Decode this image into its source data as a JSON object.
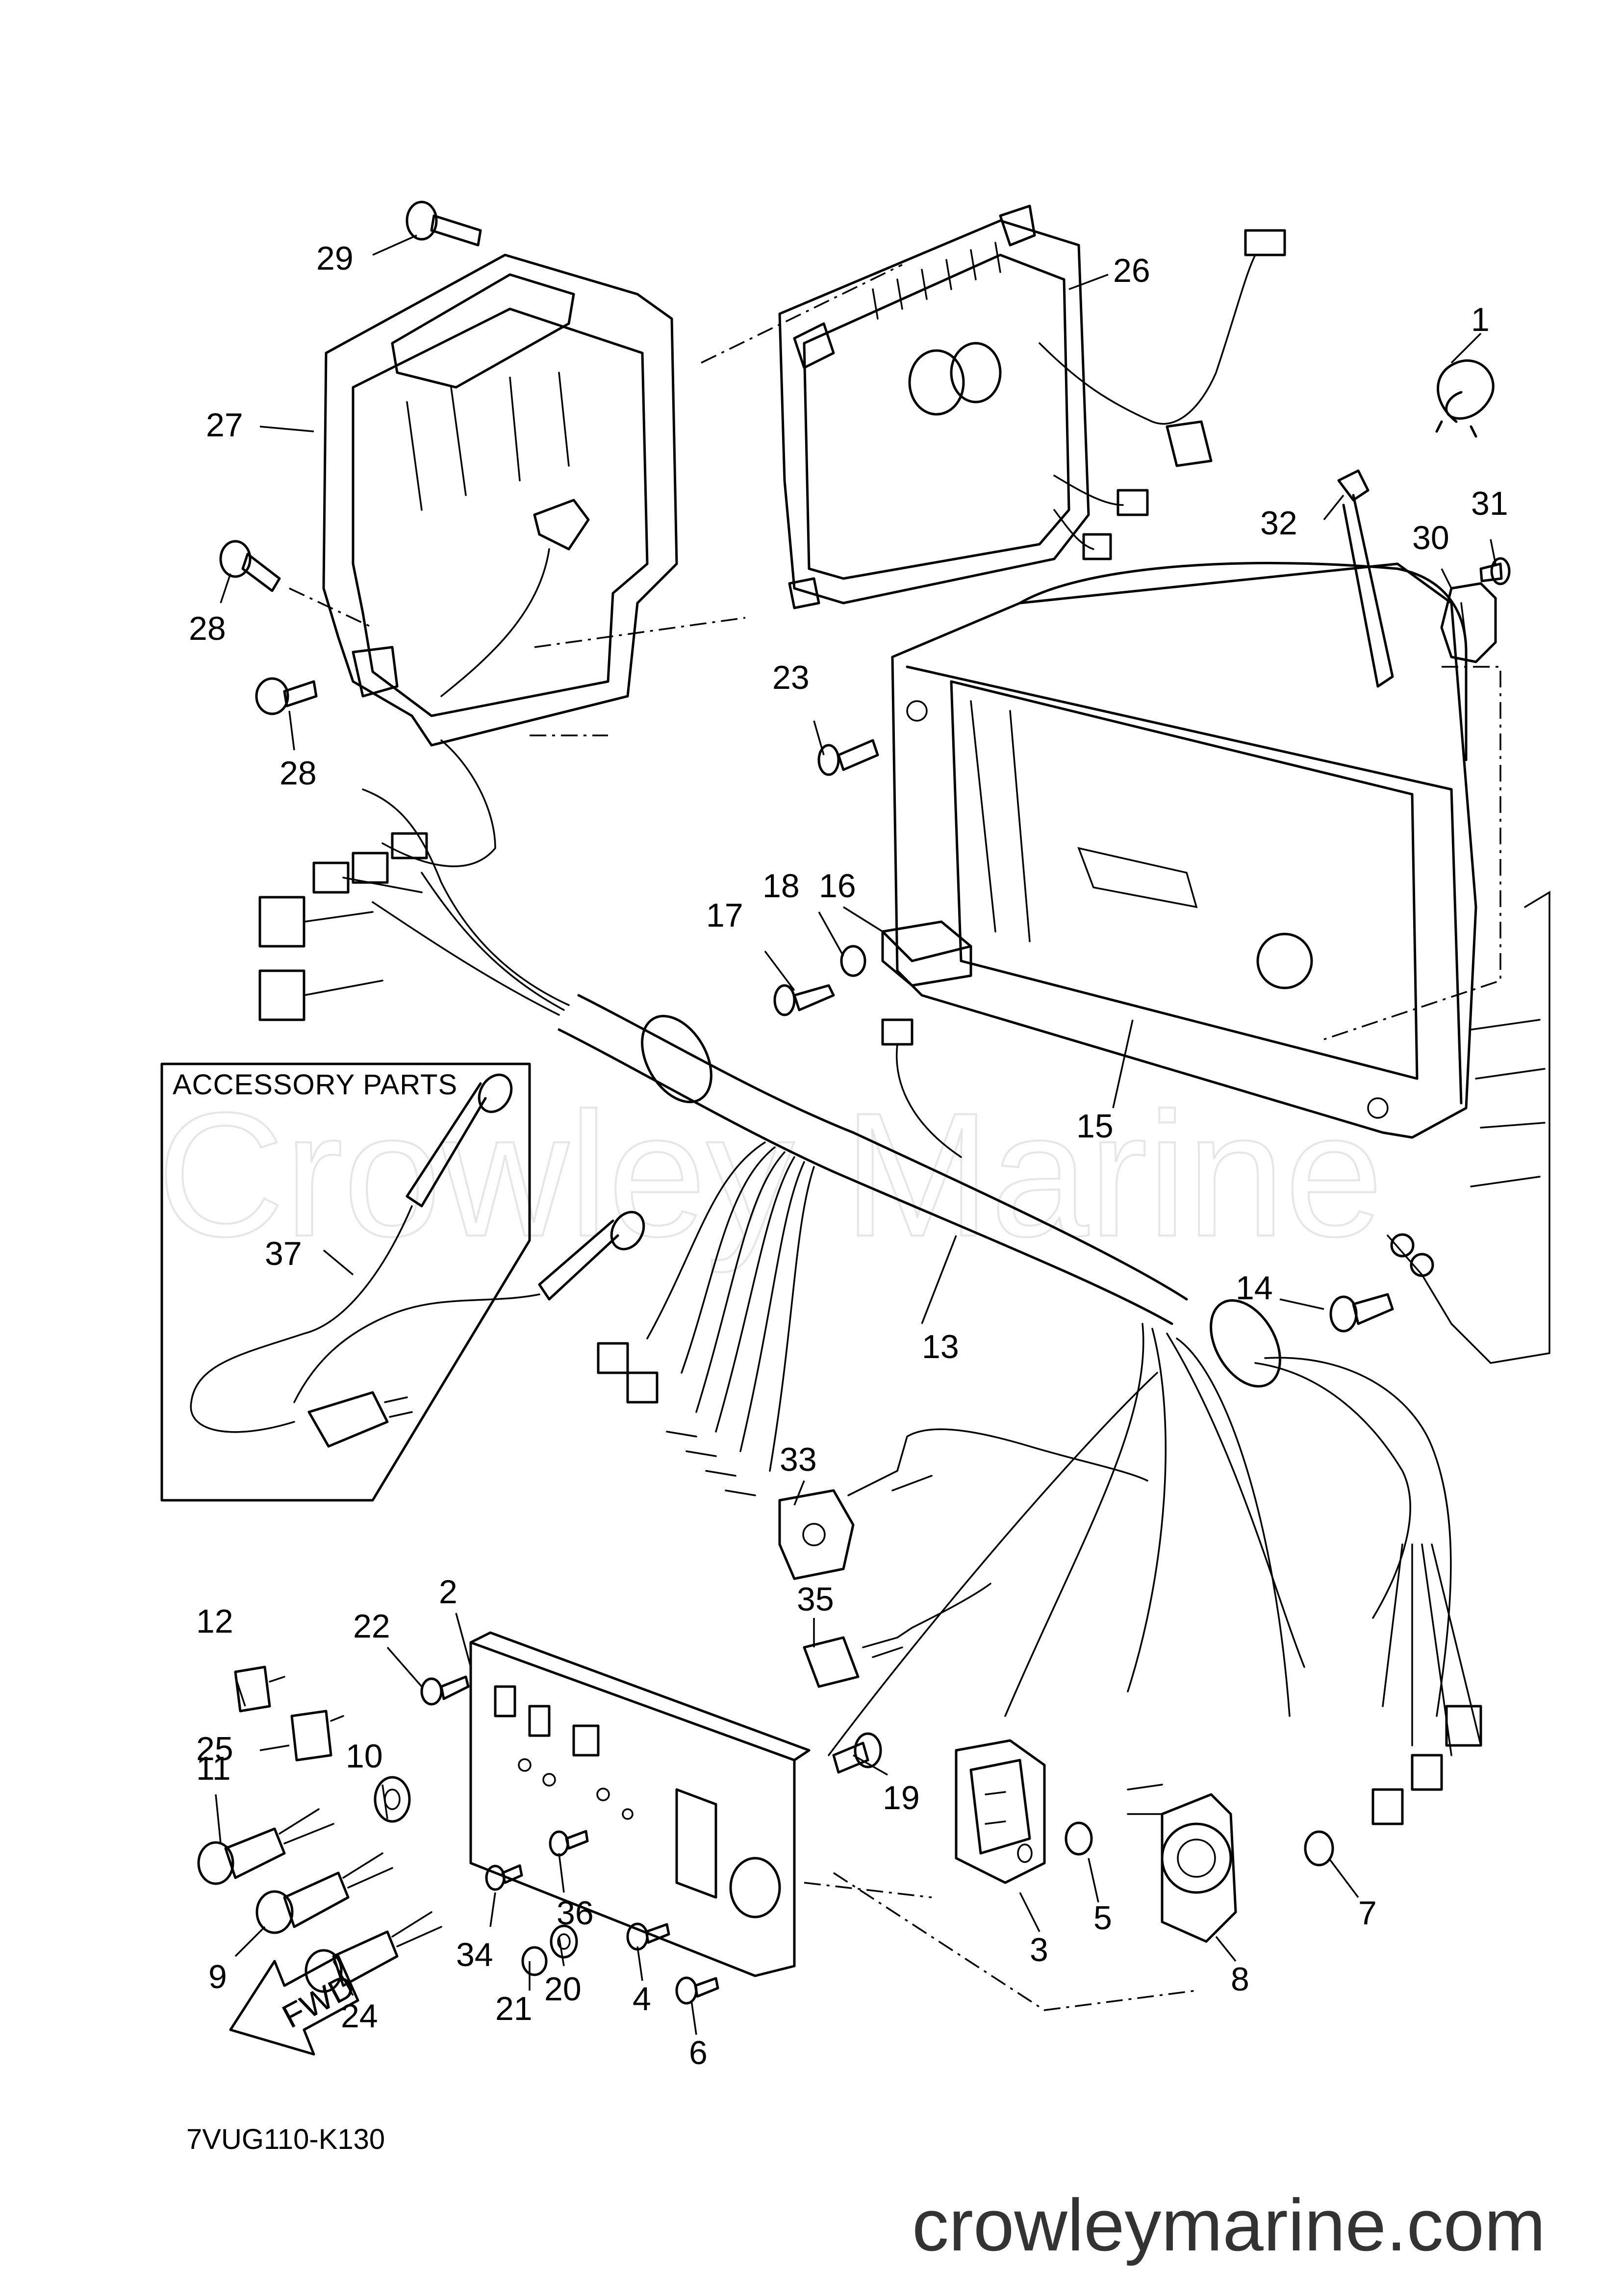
{
  "diagram": {
    "code": "7VUG110-K130",
    "site": "crowleymarine.com",
    "watermark": "Crowley Marine",
    "accessory_title": "ACCESSORY PARTS",
    "fwd_label": "FWD",
    "callouts": {
      "c1": "1",
      "c2": "2",
      "c3": "3",
      "c4": "4",
      "c5": "5",
      "c6": "6",
      "c7": "7",
      "c8": "8",
      "c9": "9",
      "c10": "10",
      "c11": "11",
      "c12": "12",
      "c13": "13",
      "c14": "14",
      "c15": "15",
      "c16": "16",
      "c17": "17",
      "c18": "18",
      "c19": "19",
      "c20": "20",
      "c21": "21",
      "c22": "22",
      "c23": "23",
      "c24": "24",
      "c25": "25",
      "c26": "26",
      "c27": "27",
      "c28a": "28",
      "c28b": "28",
      "c29": "29",
      "c30": "30",
      "c31": "31",
      "c32": "32",
      "c33": "33",
      "c34": "34",
      "c35": "35",
      "c36": "36",
      "c37": "37"
    }
  }
}
